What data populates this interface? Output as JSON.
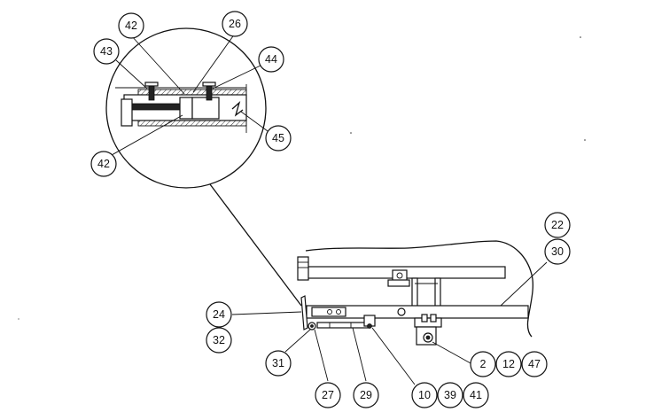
{
  "callouts": {
    "c42_top": "42",
    "c26": "26",
    "c43": "43",
    "c44": "44",
    "c45": "45",
    "c42_bottom": "42",
    "c22": "22",
    "c30": "30",
    "c24": "24",
    "c32": "32",
    "c31": "31",
    "c27": "27",
    "c29": "29",
    "c10": "10",
    "c39": "39",
    "c41": "41",
    "c2": "2",
    "c12": "12",
    "c47": "47"
  }
}
